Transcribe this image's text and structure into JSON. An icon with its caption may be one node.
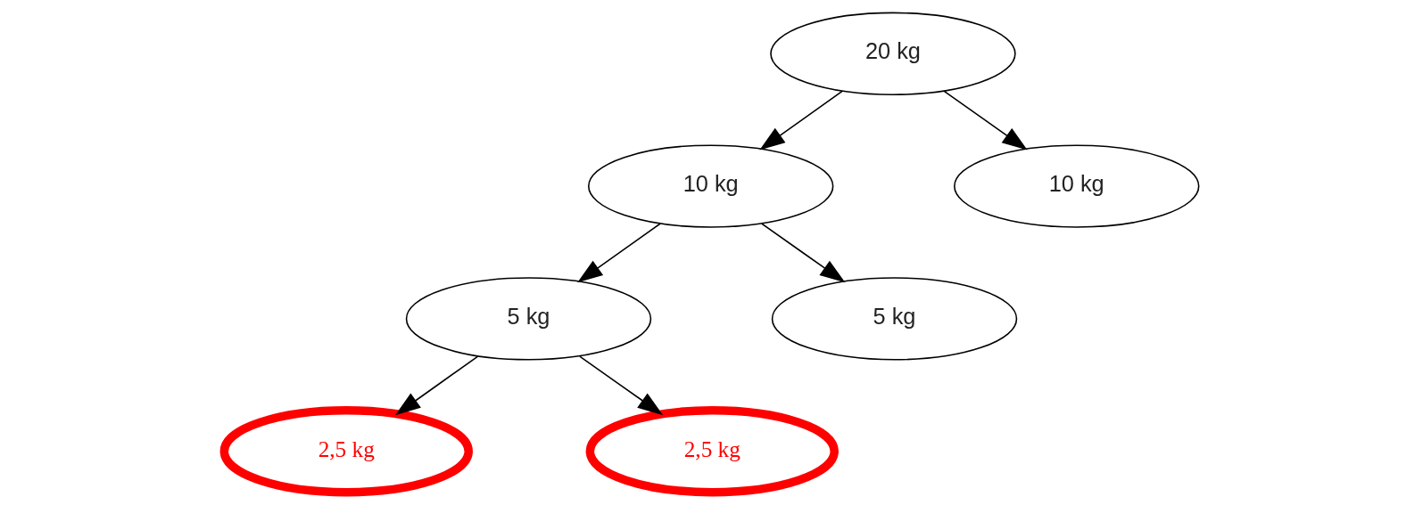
{
  "diagram": {
    "nodes": [
      {
        "text": [
          "20 kg"
        ]
      },
      {
        "text": [
          "10 kg"
        ]
      },
      {
        "text": [
          "10 kg"
        ]
      },
      {
        "text": [
          "5 kg"
        ]
      },
      {
        "text": [
          "5 kg"
        ]
      },
      {
        "text": [
          "2,5 kg"
        ]
      },
      {
        "text": [
          "2,5 kg"
        ]
      }
    ],
    "edges": [
      {
        "from": 0,
        "to": 1,
        "arrow": "to"
      },
      {
        "from": 0,
        "to": 2,
        "arrow": "to"
      },
      {
        "from": 1,
        "to": 3,
        "arrow": "to"
      },
      {
        "from": 1,
        "to": 4,
        "arrow": "to"
      },
      {
        "from": 3,
        "to": 5,
        "arrow": "to"
      },
      {
        "from": 3,
        "to": 6,
        "arrow": "to"
      }
    ]
  }
}
